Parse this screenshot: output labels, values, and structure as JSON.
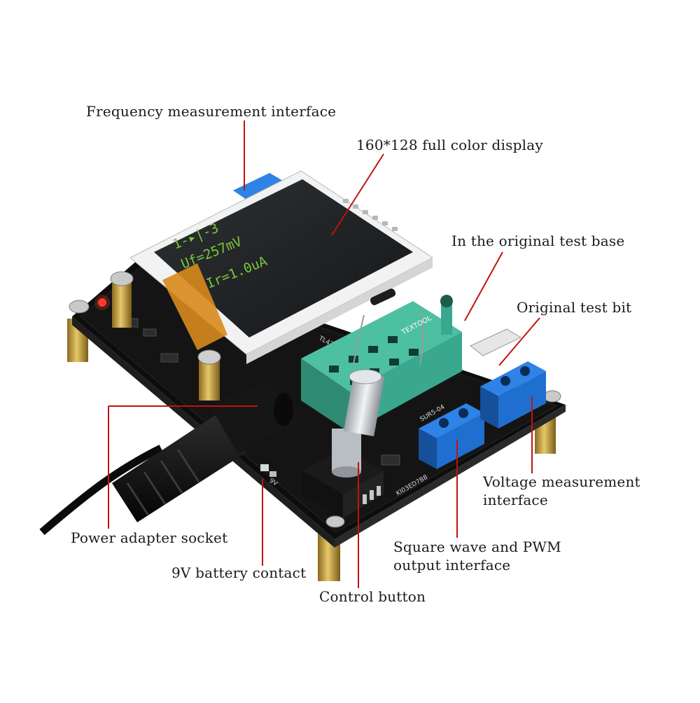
{
  "callouts": {
    "frequency": "Frequency measurement interface",
    "display": "160*128 full color display",
    "test_base": "In the original test base",
    "test_bit": "Original test bit",
    "voltage": [
      "Voltage measurement",
      "interface"
    ],
    "power": "Power adapter socket",
    "battery": "9V battery contact",
    "square_wave": [
      "Square wave and PWM",
      "output interface"
    ],
    "control": "Control button"
  },
  "screen": {
    "line1": "1-▸|-3",
    "line2": "Uf=257mV",
    "line3": "Ir=1.0uA"
  },
  "silkscreen": {
    "sockets": "TEXTOOL",
    "tl431": "TL431",
    "sur": "SUR5-04",
    "pcb_id": "KI03ED7B8",
    "battery_mark": "9V"
  },
  "colors": {
    "pcb": "#121212",
    "terminal": "#1f6fd0",
    "zif_socket": "#3aa88f",
    "screen_text": "#7ac83a",
    "leader_line": "#c0140e",
    "brass": "#c9a23c"
  }
}
